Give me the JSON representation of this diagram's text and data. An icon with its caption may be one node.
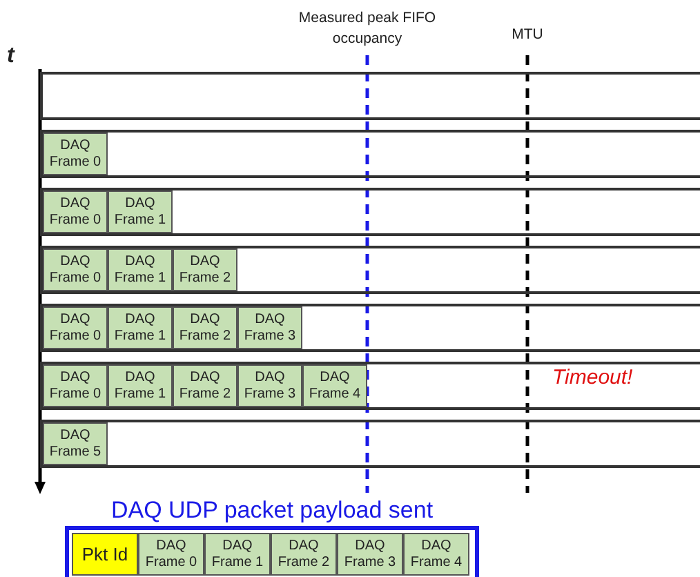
{
  "diagram": {
    "nodes": [
      {
        "text": [],
        "shape": "bar"
      },
      {
        "text": [],
        "shape": "bar"
      },
      {
        "text": [
          "DAQ Frame 0"
        ],
        "in": 1
      },
      {
        "text": [],
        "shape": "bar"
      },
      {
        "text": [
          "DAQ Frame 0"
        ],
        "in": 3
      },
      {
        "text": [
          "DAQ Frame 1"
        ],
        "in": 3
      },
      {
        "text": [],
        "shape": "bar"
      },
      {
        "text": [
          "DAQ Frame 0"
        ],
        "in": 6
      },
      {
        "text": [
          "DAQ Frame 1"
        ],
        "in": 6
      },
      {
        "text": [
          "DAQ Frame 2"
        ],
        "in": 6
      },
      {
        "text": [],
        "shape": "bar"
      },
      {
        "text": [
          "DAQ Frame 0"
        ],
        "in": 10
      },
      {
        "text": [
          "DAQ Frame 1"
        ],
        "in": 10
      },
      {
        "text": [
          "DAQ Frame 2"
        ],
        "in": 10
      },
      {
        "text": [
          "DAQ Frame 3"
        ],
        "in": 10
      },
      {
        "text": [],
        "shape": "bar"
      },
      {
        "text": [
          "DAQ Frame 0"
        ],
        "in": 15
      },
      {
        "text": [
          "DAQ Frame 1"
        ],
        "in": 15
      },
      {
        "text": [
          "DAQ Frame 2"
        ],
        "in": 15
      },
      {
        "text": [
          "DAQ Frame 3"
        ],
        "in": 15
      },
      {
        "text": [
          "DAQ Frame 4"
        ],
        "in": 15
      },
      {
        "text": [],
        "shape": "bar"
      },
      {
        "text": [
          "DAQ Frame 5"
        ],
        "in": 21
      },
      {
        "text": [
          "DAQ UDP packet payload sent"
        ]
      },
      {
        "text": [
          "Pkt Id"
        ],
        "in": 23
      },
      {
        "text": [
          "DAQ Frame 0"
        ],
        "in": 23
      },
      {
        "text": [
          "DAQ Frame 1"
        ],
        "in": 23
      },
      {
        "text": [
          "DAQ Frame 2"
        ],
        "in": 23
      },
      {
        "text": [
          "DAQ Frame 3"
        ],
        "in": 23
      },
      {
        "text": [
          "DAQ Frame 4"
        ],
        "in": 23
      }
    ],
    "labels": [
      "Measured peak FIFO occupancy",
      "MTU",
      "t",
      "Timeout!"
    ]
  }
}
